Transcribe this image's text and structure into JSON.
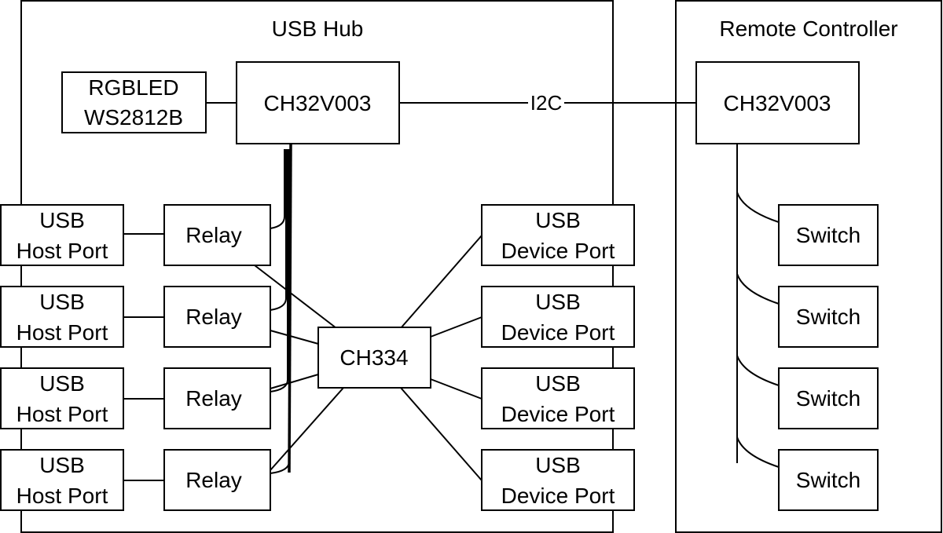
{
  "groups": {
    "usb_hub": "USB Hub",
    "remote_controller": "Remote Controller"
  },
  "nodes": {
    "rgbled": [
      "RGBLED",
      "WS2812B"
    ],
    "hub_mcu": "CH32V003",
    "remote_mcu": "CH32V003",
    "ch334": "CH334",
    "relay": "Relay",
    "switch": "Switch",
    "host_port": [
      "USB",
      "Host Port"
    ],
    "device_port": [
      "USB",
      "Device Port"
    ]
  },
  "edges": {
    "i2c": "I2C"
  }
}
